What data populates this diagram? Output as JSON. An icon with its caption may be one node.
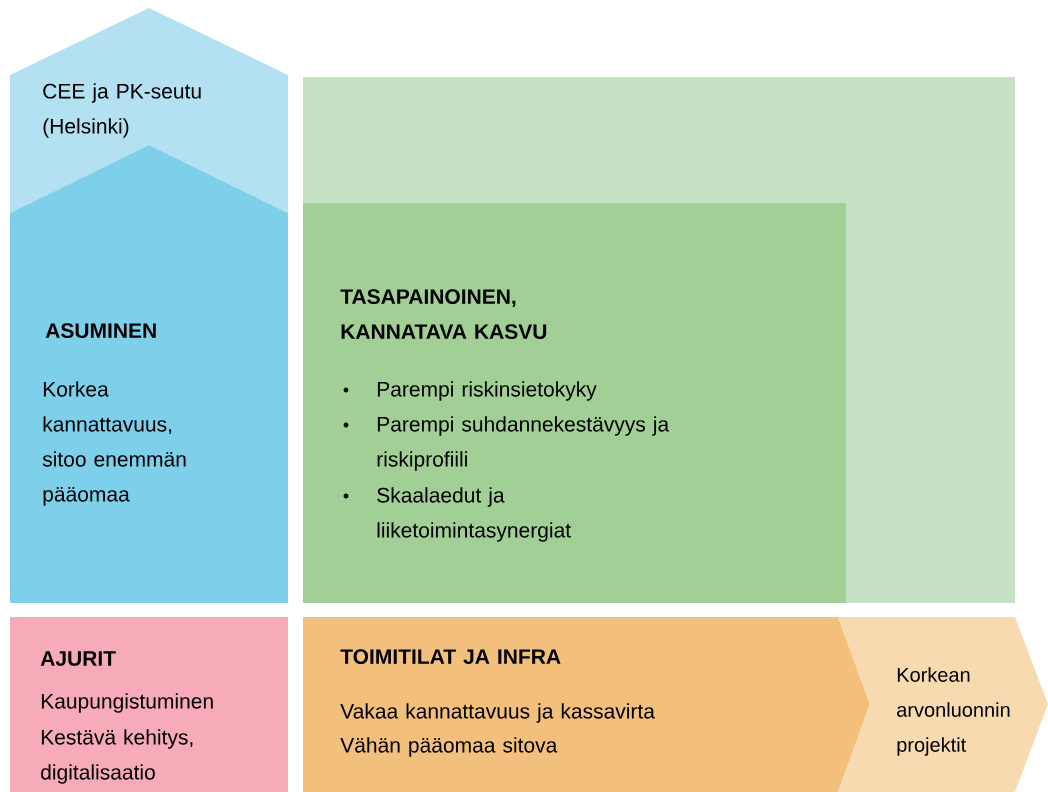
{
  "diagram": {
    "nodes": [
      {
        "text": [
          "CEE ja PK-seutu (Helsinki)"
        ]
      },
      {
        "text": [
          "ASUMINEN",
          "Korkea kannattavuus, sitoo enemmän pääomaa"
        ]
      },
      {
        "text": [],
        "shape": "box"
      },
      {
        "text": [
          "TASAPAINOINEN, KANNATAVA KASVU",
          "Parempi riskinsietokyky",
          "Parempi suhdannekestävyys ja riskiprofiili",
          "Skaalaedut ja liiketoimintasynergiat"
        ],
        "in": 2
      },
      {
        "text": [
          "AJURIT",
          "Kaupungistuminen",
          "Kestävä kehitys, digitalisaatio"
        ]
      },
      {
        "text": [
          "TOIMITILAT JA INFRA",
          "Vakaa kannattavuus ja kassavirta",
          "Vähän pääomaa sitova"
        ]
      },
      {
        "text": [
          "Korkean arvonluonnin projektit"
        ]
      }
    ]
  }
}
